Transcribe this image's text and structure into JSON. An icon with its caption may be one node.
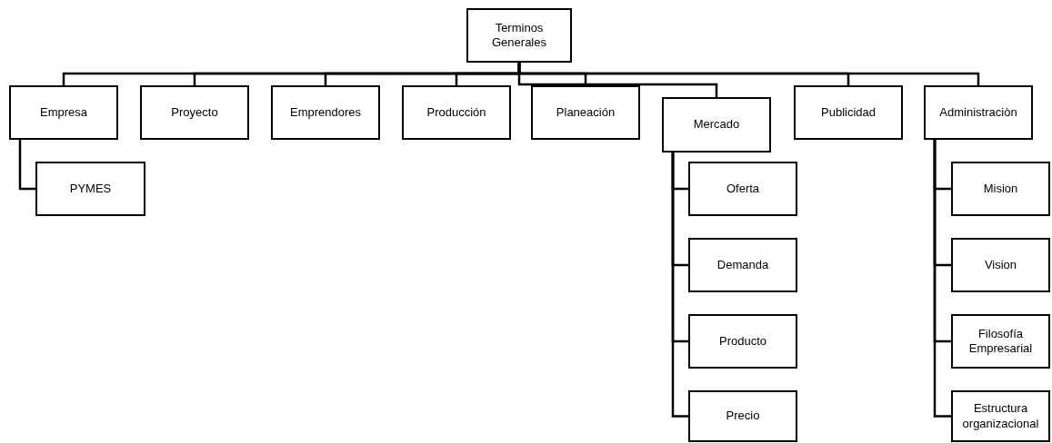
{
  "diagram": {
    "nodes": [
      {
        "text": [
          "Terminos Generales"
        ]
      },
      {
        "text": [
          "Empresa"
        ]
      },
      {
        "text": [
          "Proyecto"
        ]
      },
      {
        "text": [
          "Emprendores"
        ]
      },
      {
        "text": [
          "Producción"
        ]
      },
      {
        "text": [
          "Planeación"
        ]
      },
      {
        "text": [
          "Mercado"
        ]
      },
      {
        "text": [
          "Publicidad"
        ]
      },
      {
        "text": [
          "Administraciòn"
        ]
      },
      {
        "text": [
          "PYMES"
        ]
      },
      {
        "text": [
          "Oferta"
        ]
      },
      {
        "text": [
          "Demanda"
        ]
      },
      {
        "text": [
          "Producto"
        ]
      },
      {
        "text": [
          "Precio"
        ]
      },
      {
        "text": [
          "Mision"
        ]
      },
      {
        "text": [
          "Vision"
        ]
      },
      {
        "text": [
          "Filosofía Empresarial"
        ]
      },
      {
        "text": [
          "Estructura organizacional"
        ]
      }
    ],
    "edges": [
      {
        "from": 0,
        "to": 1,
        "arrow": "none"
      },
      {
        "from": 0,
        "to": 2,
        "arrow": "none"
      },
      {
        "from": 0,
        "to": 3,
        "arrow": "none"
      },
      {
        "from": 0,
        "to": 4,
        "arrow": "none"
      },
      {
        "from": 0,
        "to": 5,
        "arrow": "none"
      },
      {
        "from": 0,
        "to": 6,
        "arrow": "none"
      },
      {
        "from": 0,
        "to": 7,
        "arrow": "none"
      },
      {
        "from": 0,
        "to": 8,
        "arrow": "none"
      },
      {
        "from": 1,
        "to": 9,
        "arrow": "none"
      },
      {
        "from": 6,
        "to": 10,
        "arrow": "none"
      },
      {
        "from": 6,
        "to": 11,
        "arrow": "none"
      },
      {
        "from": 6,
        "to": 12,
        "arrow": "none"
      },
      {
        "from": 6,
        "to": 13,
        "arrow": "none"
      },
      {
        "from": 8,
        "to": 14,
        "arrow": "none"
      },
      {
        "from": 8,
        "to": 15,
        "arrow": "none"
      },
      {
        "from": 8,
        "to": 16,
        "arrow": "none"
      },
      {
        "from": 8,
        "to": 17,
        "arrow": "none"
      }
    ]
  }
}
